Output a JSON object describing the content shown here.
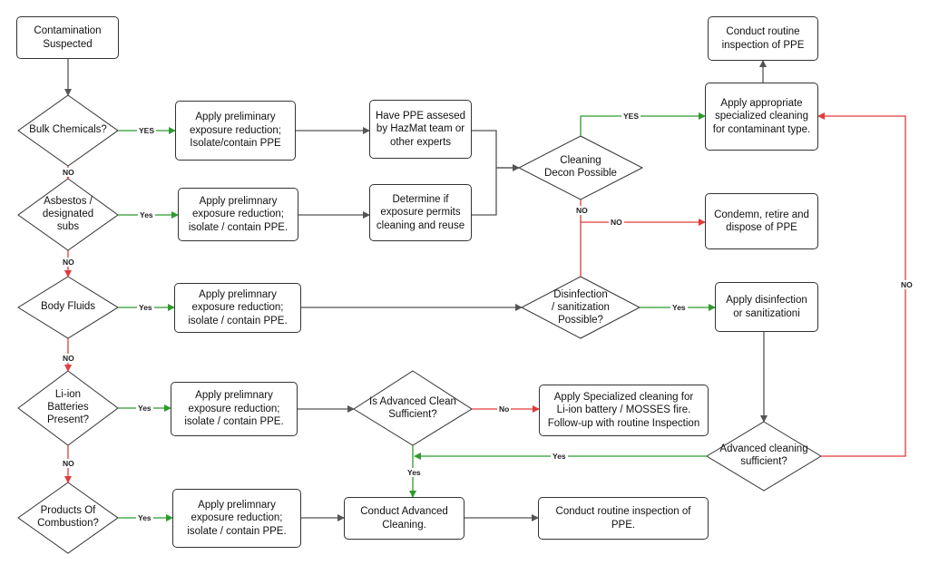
{
  "nodes": {
    "contamination_suspected": "Contamination\nSuspected",
    "bulk_chemicals": "Bulk Chemicals?",
    "asbestos": "Asbestos /\ndesignated\nsubs",
    "body_fluids": "Body Fluids",
    "li_ion": "Li-ion\nBatteries\nPresent?",
    "products_combustion": "Products Of\nCombustion?",
    "prelim_chem": "Apply preliminary\nexposure reduction;\nIsolate/contain PPE",
    "prelim_asbestos": "Apply prelimnary\nexposure reduction;\nisolate / contain PPE.",
    "prelim_body": "Apply prelimnary\nexposure reduction;\nisolate / contain PPE.",
    "prelim_liion": "Apply prelimnary\nexposure reduction;\nisolate / contain PPE.",
    "prelim_poc": "Apply prelimnary\nexposure reduction;\nisolate / contain PPE.",
    "hazmat": "Have PPE assesed\nby HazMat team or\nother experts",
    "determine": "Determine if\nexposure permits\ncleaning and reuse",
    "cleaning_decon": "Cleaning\nDecon Possible",
    "disinfection": "Disinfection\n/ sanitization\nPossible?",
    "adv_clean_sufficient_q": "Is Advanced Clean\nSufficient?",
    "conduct_adv": "Conduct Advanced Cleaning.",
    "routine_bottom": "Conduct routine inspection of PPE.",
    "specialized_liion": "Apply Specialized cleaning for\nLi-ion battery / MOSSES fire.\nFollow-up with routine Inspection",
    "routine_top": "Conduct routine\ninspection of PPE",
    "specialized_apply": "Apply appropriate\nspecialized cleaning\nfor contaminant type.",
    "condemn": "Condemn, retire and\ndispose of PPE",
    "apply_disinfection": "Apply disinfection\nor sanitizationi",
    "adv_cleaning_sufficient": "Advanced cleaning\nsufficient?"
  },
  "edge_labels": {
    "yes_bulk": "YES",
    "no_bulk": "NO",
    "yes_asb": "Yes",
    "no_asb": "NO",
    "yes_body": "Yes",
    "no_body": "NO",
    "yes_liion": "Yes",
    "no_liion": "NO",
    "yes_poc": "Yes",
    "yes_cleaning": "YES",
    "no_cleaning": "NO",
    "no_cleaning2": "NO",
    "yes_disinf": "Yes",
    "no_advq": "No",
    "yes_advq": "Yes",
    "yes_adv_suff": "Yes",
    "no_adv_suff": "NO"
  },
  "colors": {
    "yes": "#2e9a2e",
    "no": "#e23b3b",
    "neutral": "#555555"
  }
}
